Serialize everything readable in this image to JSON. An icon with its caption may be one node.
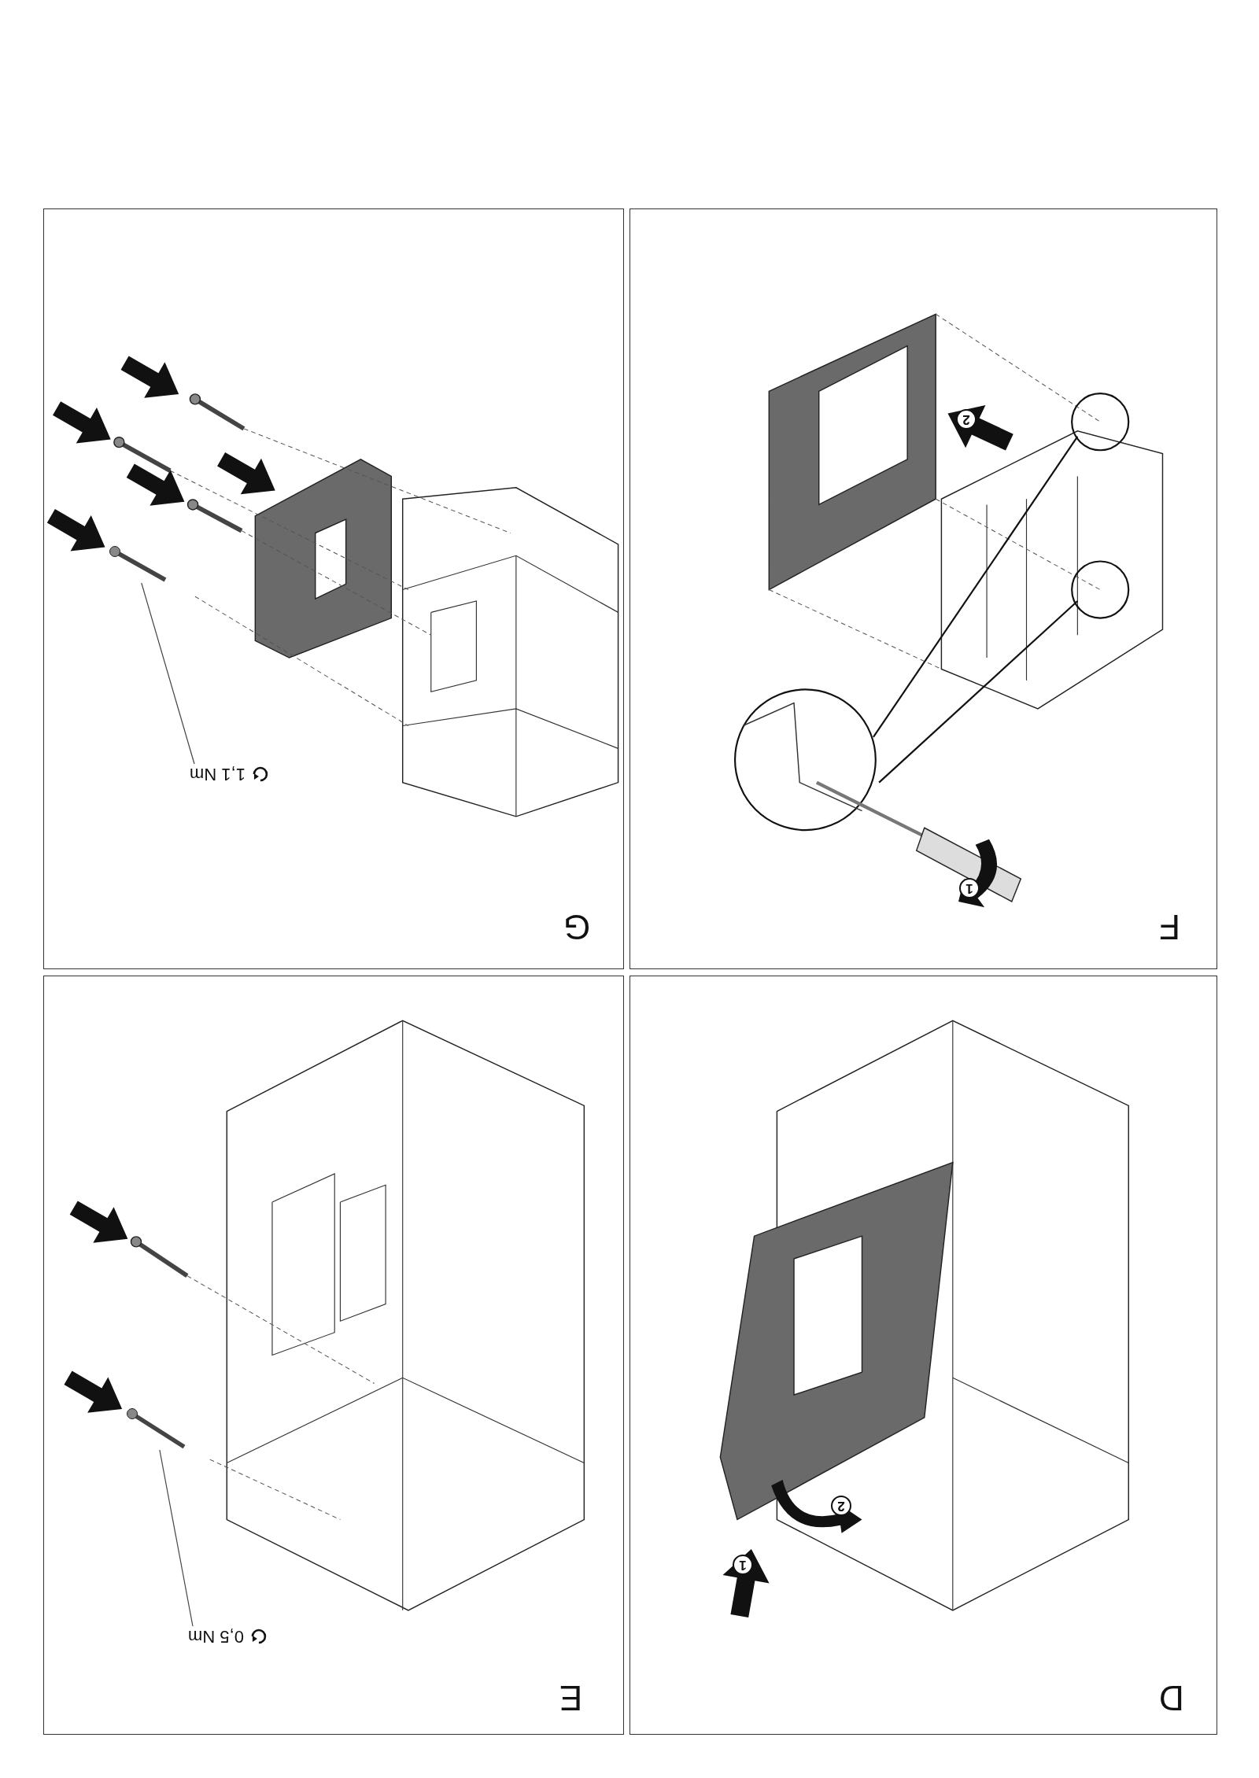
{
  "diagram": {
    "nodes": [
      {
        "text": [
          "G"
        ]
      },
      {
        "text": [
          "F"
        ]
      },
      {
        "text": [
          "E"
        ]
      },
      {
        "text": [
          "D"
        ]
      },
      {
        "text": [
          "1,1 Nm"
        ],
        "in": 0
      },
      {
        "text": [
          "0,5 Nm"
        ],
        "in": 2
      },
      {
        "text": [],
        "shape": "screw",
        "in": 0
      },
      {
        "text": [],
        "shape": "screw",
        "in": 2
      }
    ],
    "edges": [
      {
        "from": 4,
        "to": 6,
        "arrow": "none"
      },
      {
        "from": 5,
        "to": 7,
        "arrow": "none"
      }
    ],
    "labels": [
      "2",
      "1",
      "2",
      "1"
    ]
  }
}
